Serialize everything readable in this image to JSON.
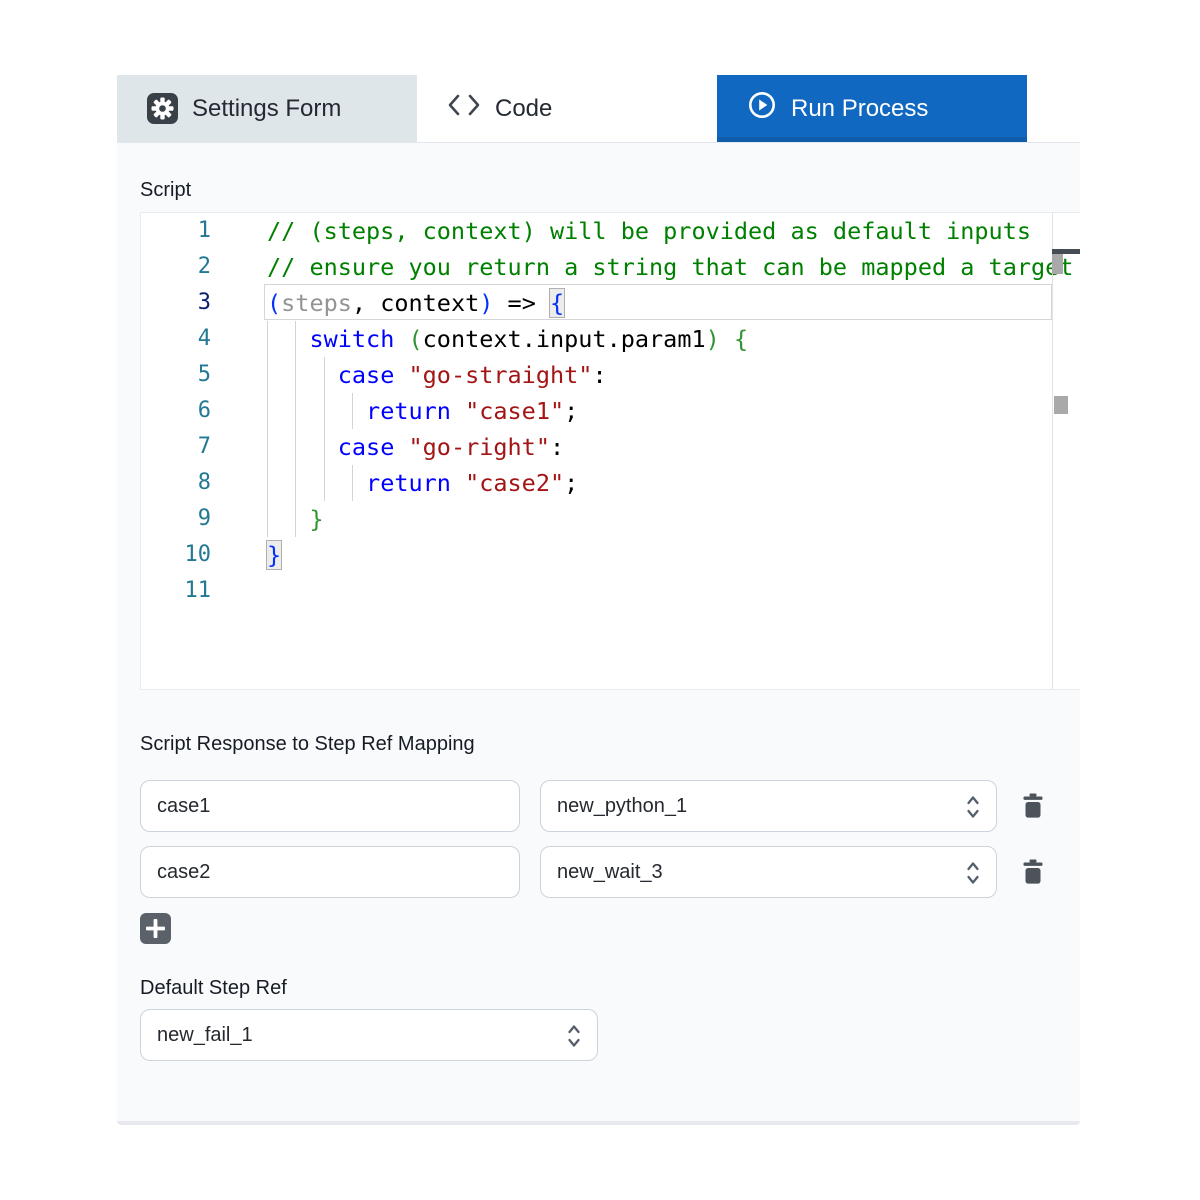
{
  "tabs": [
    {
      "label": "Settings Form",
      "icon": "gear-icon",
      "active": false
    },
    {
      "label": "Code",
      "icon": "code-icon",
      "active": false
    },
    {
      "label": "Run Process",
      "icon": "play-circle-icon",
      "active": true
    }
  ],
  "editor": {
    "label": "Script",
    "active_line": 3,
    "line_number_color": "#237893",
    "active_line_number_color": "#0b216f",
    "token_colors": {
      "comment": "#008000",
      "keyword": "#0000ff",
      "string": "#a31515",
      "plain": "#000000",
      "faded": "#949494",
      "bracket1": "#0431fa",
      "bracket2": "#319331"
    },
    "lines": [
      {
        "num": 1,
        "indent": 0,
        "tokens": [
          {
            "text": "// (steps, context) will be provided as default inputs",
            "style": "comment"
          }
        ]
      },
      {
        "num": 2,
        "indent": 0,
        "tokens": [
          {
            "text": "// ensure you return a string that can be mapped a target",
            "style": "comment"
          }
        ]
      },
      {
        "num": 3,
        "indent": 0,
        "tokens": [
          {
            "text": "(",
            "style": "bracket1"
          },
          {
            "text": "steps",
            "style": "faded"
          },
          {
            "text": ", ",
            "style": "plain"
          },
          {
            "text": "context",
            "style": "plain"
          },
          {
            "text": ")",
            "style": "bracket1"
          },
          {
            "text": " => ",
            "style": "plain"
          },
          {
            "text": "{",
            "style": "bracket1",
            "match": true
          }
        ]
      },
      {
        "num": 4,
        "indent": 3,
        "tokens": [
          {
            "text": "switch",
            "style": "keyword"
          },
          {
            "text": " ",
            "style": "plain"
          },
          {
            "text": "(",
            "style": "bracket2"
          },
          {
            "text": "context.input.param1",
            "style": "plain"
          },
          {
            "text": ")",
            "style": "bracket2"
          },
          {
            "text": " ",
            "style": "plain"
          },
          {
            "text": "{",
            "style": "bracket2"
          }
        ]
      },
      {
        "num": 5,
        "indent": 5,
        "tokens": [
          {
            "text": "case",
            "style": "keyword"
          },
          {
            "text": " ",
            "style": "plain"
          },
          {
            "text": "\"go-straight\"",
            "style": "string"
          },
          {
            "text": ":",
            "style": "plain"
          }
        ]
      },
      {
        "num": 6,
        "indent": 7,
        "tokens": [
          {
            "text": "return",
            "style": "keyword"
          },
          {
            "text": " ",
            "style": "plain"
          },
          {
            "text": "\"case1\"",
            "style": "string"
          },
          {
            "text": ";",
            "style": "plain"
          }
        ]
      },
      {
        "num": 7,
        "indent": 5,
        "tokens": [
          {
            "text": "case",
            "style": "keyword"
          },
          {
            "text": " ",
            "style": "plain"
          },
          {
            "text": "\"go-right\"",
            "style": "string"
          },
          {
            "text": ":",
            "style": "plain"
          }
        ]
      },
      {
        "num": 8,
        "indent": 7,
        "tokens": [
          {
            "text": "return",
            "style": "keyword"
          },
          {
            "text": " ",
            "style": "plain"
          },
          {
            "text": "\"case2\"",
            "style": "string"
          },
          {
            "text": ";",
            "style": "plain"
          }
        ]
      },
      {
        "num": 9,
        "indent": 3,
        "tokens": [
          {
            "text": "}",
            "style": "bracket2"
          }
        ]
      },
      {
        "num": 10,
        "indent": 0,
        "tokens": [
          {
            "text": "}",
            "style": "bracket1",
            "match": true
          }
        ]
      },
      {
        "num": 11,
        "indent": 0,
        "tokens": []
      }
    ]
  },
  "mapping": {
    "heading": "Script Response to Step Ref Mapping",
    "rows": [
      {
        "response": "case1",
        "step_ref": "new_python_1"
      },
      {
        "response": "case2",
        "step_ref": "new_wait_3"
      }
    ]
  },
  "default_step": {
    "label": "Default Step Ref",
    "value": "new_fail_1"
  },
  "colors": {
    "accent_blue": "#1168c1",
    "panel_background": "#f8fafc",
    "inactive_tab_background": "#dfe6ea",
    "icon_gray": "#4c535b"
  }
}
